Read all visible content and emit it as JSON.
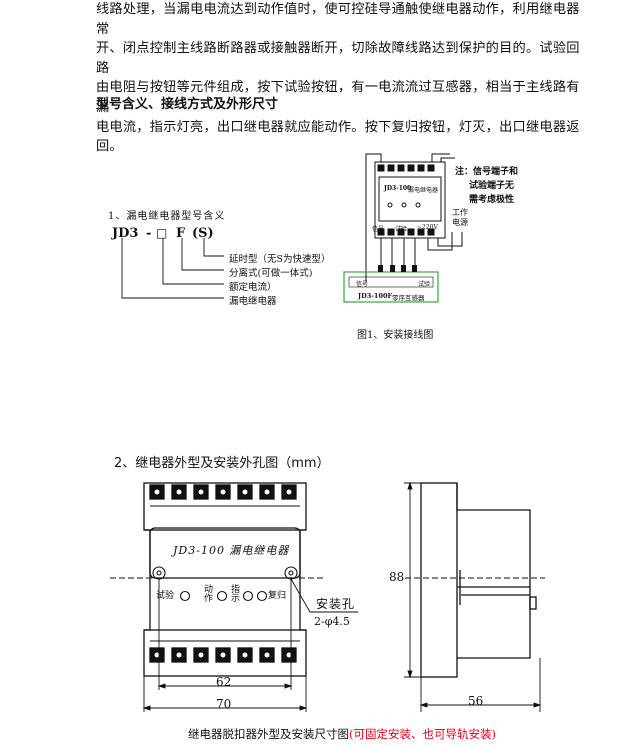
{
  "intro": {
    "lines": [
      "线路处理，当漏电电流达到动作值时，使可控硅导通触使继电器动作，利用继电器常",
      "开、闭点控制主线路断路器或接触器断开，切除故障线路达到保护的目的。试验回路",
      "由电阻与按钮等元件组成，按下试验按钮，有一电流流过互感器，相当于主线路有漏",
      "电电流，指示灯亮，出口继电器就应能动作。按下复归按钮，灯灭，出口继电器返回。"
    ]
  },
  "section_model": {
    "title": "型号含义、接线方式及外形尺寸"
  },
  "model_code": {
    "heading": "1、漏电继电器型号含义",
    "code_jd3": "JD3",
    "code_dash": "-",
    "code_box": "□",
    "code_f": "F",
    "code_s": "(S)",
    "legend": [
      "延时型（无S为快速型）",
      "分离式(可做一体式)",
      "额定电流）",
      "漏电继电器"
    ]
  },
  "wiring": {
    "relay_label": "JD3-100",
    "relay_sub": "漏电继电器",
    "terminal_signal": "信号",
    "terminal_test": "试验",
    "voltage": "~220V",
    "work_power": [
      "工作",
      "电源"
    ],
    "note": [
      "注：信号端子和",
      "试验端子无",
      "需考虑极性"
    ],
    "ct_signal": "信号",
    "ct_test": "试验",
    "ct_label": "JD3-100F",
    "ct_sub": "零序互感器",
    "caption": "图1、安装接线图",
    "colors": {
      "ct_border": "#3aa63a"
    }
  },
  "section_dims": {
    "title": "2、继电器外型及安装外孔图（mm）"
  },
  "front_view": {
    "label": "JD3-100 漏电继电器",
    "btn_test": "试验",
    "ind_action": "动\n作",
    "ind_indicate": "指\n示",
    "btn_reset": "复归",
    "hole_label": "安装孔",
    "hole_spec": "2-φ4.5",
    "dim_inner": "62",
    "dim_outer": "70"
  },
  "side_view": {
    "dim_height": "88",
    "dim_depth": "56"
  },
  "caption": {
    "main": "继电器脱扣器外型及安装尺寸图",
    "red": "(可固定安装、也可导轨安装)",
    "colors": {
      "red": "#e0001b"
    }
  }
}
